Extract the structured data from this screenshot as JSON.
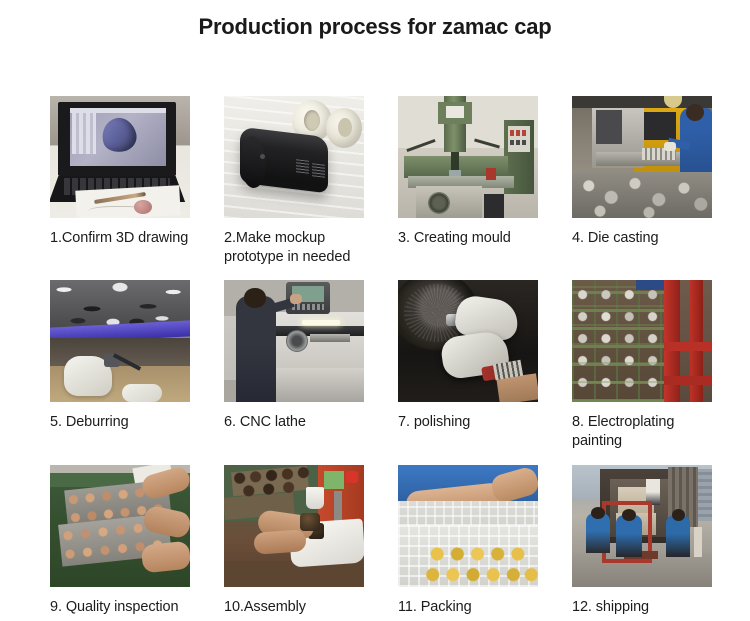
{
  "page": {
    "title": "Production process for zamac cap",
    "background_color": "#ffffff",
    "text_color": "#1c1c1c"
  },
  "steps": [
    {
      "number": "1",
      "label": "1.Confirm 3D drawing",
      "image_alt": "laptop-3d-drawing-photo"
    },
    {
      "number": "2",
      "label": "2.Make mockup\nprototype in needed",
      "image_alt": "black-mockup-prototype-photo"
    },
    {
      "number": "3",
      "label": "3. Creating mould",
      "image_alt": "green-milling-machine-photo"
    },
    {
      "number": "4",
      "label": "4. Die casting",
      "image_alt": "die-casting-machine-worker-photo"
    },
    {
      "number": "5",
      "label": "5. Deburring",
      "image_alt": "deburring-gloved-hand-photo"
    },
    {
      "number": "6",
      "label": "6.  CNC lathe",
      "image_alt": "cnc-lathe-operator-photo"
    },
    {
      "number": "7",
      "label": "7. polishing",
      "image_alt": "polishing-buffing-wheel-photo"
    },
    {
      "number": "8",
      "label": "8. Electroplating\n   painting",
      "image_alt": "electroplating-rack-photo"
    },
    {
      "number": "9",
      "label": "9. Quality inspection",
      "image_alt": "quality-inspection-trays-photo"
    },
    {
      "number": "10",
      "label": "10.Assembly",
      "image_alt": "assembly-workbench-photo"
    },
    {
      "number": "11",
      "label": "11. Packing",
      "image_alt": "packing-blister-tray-gold-caps-photo"
    },
    {
      "number": "12",
      "label": "12. shipping",
      "image_alt": "shipping-container-loading-photo"
    }
  ]
}
